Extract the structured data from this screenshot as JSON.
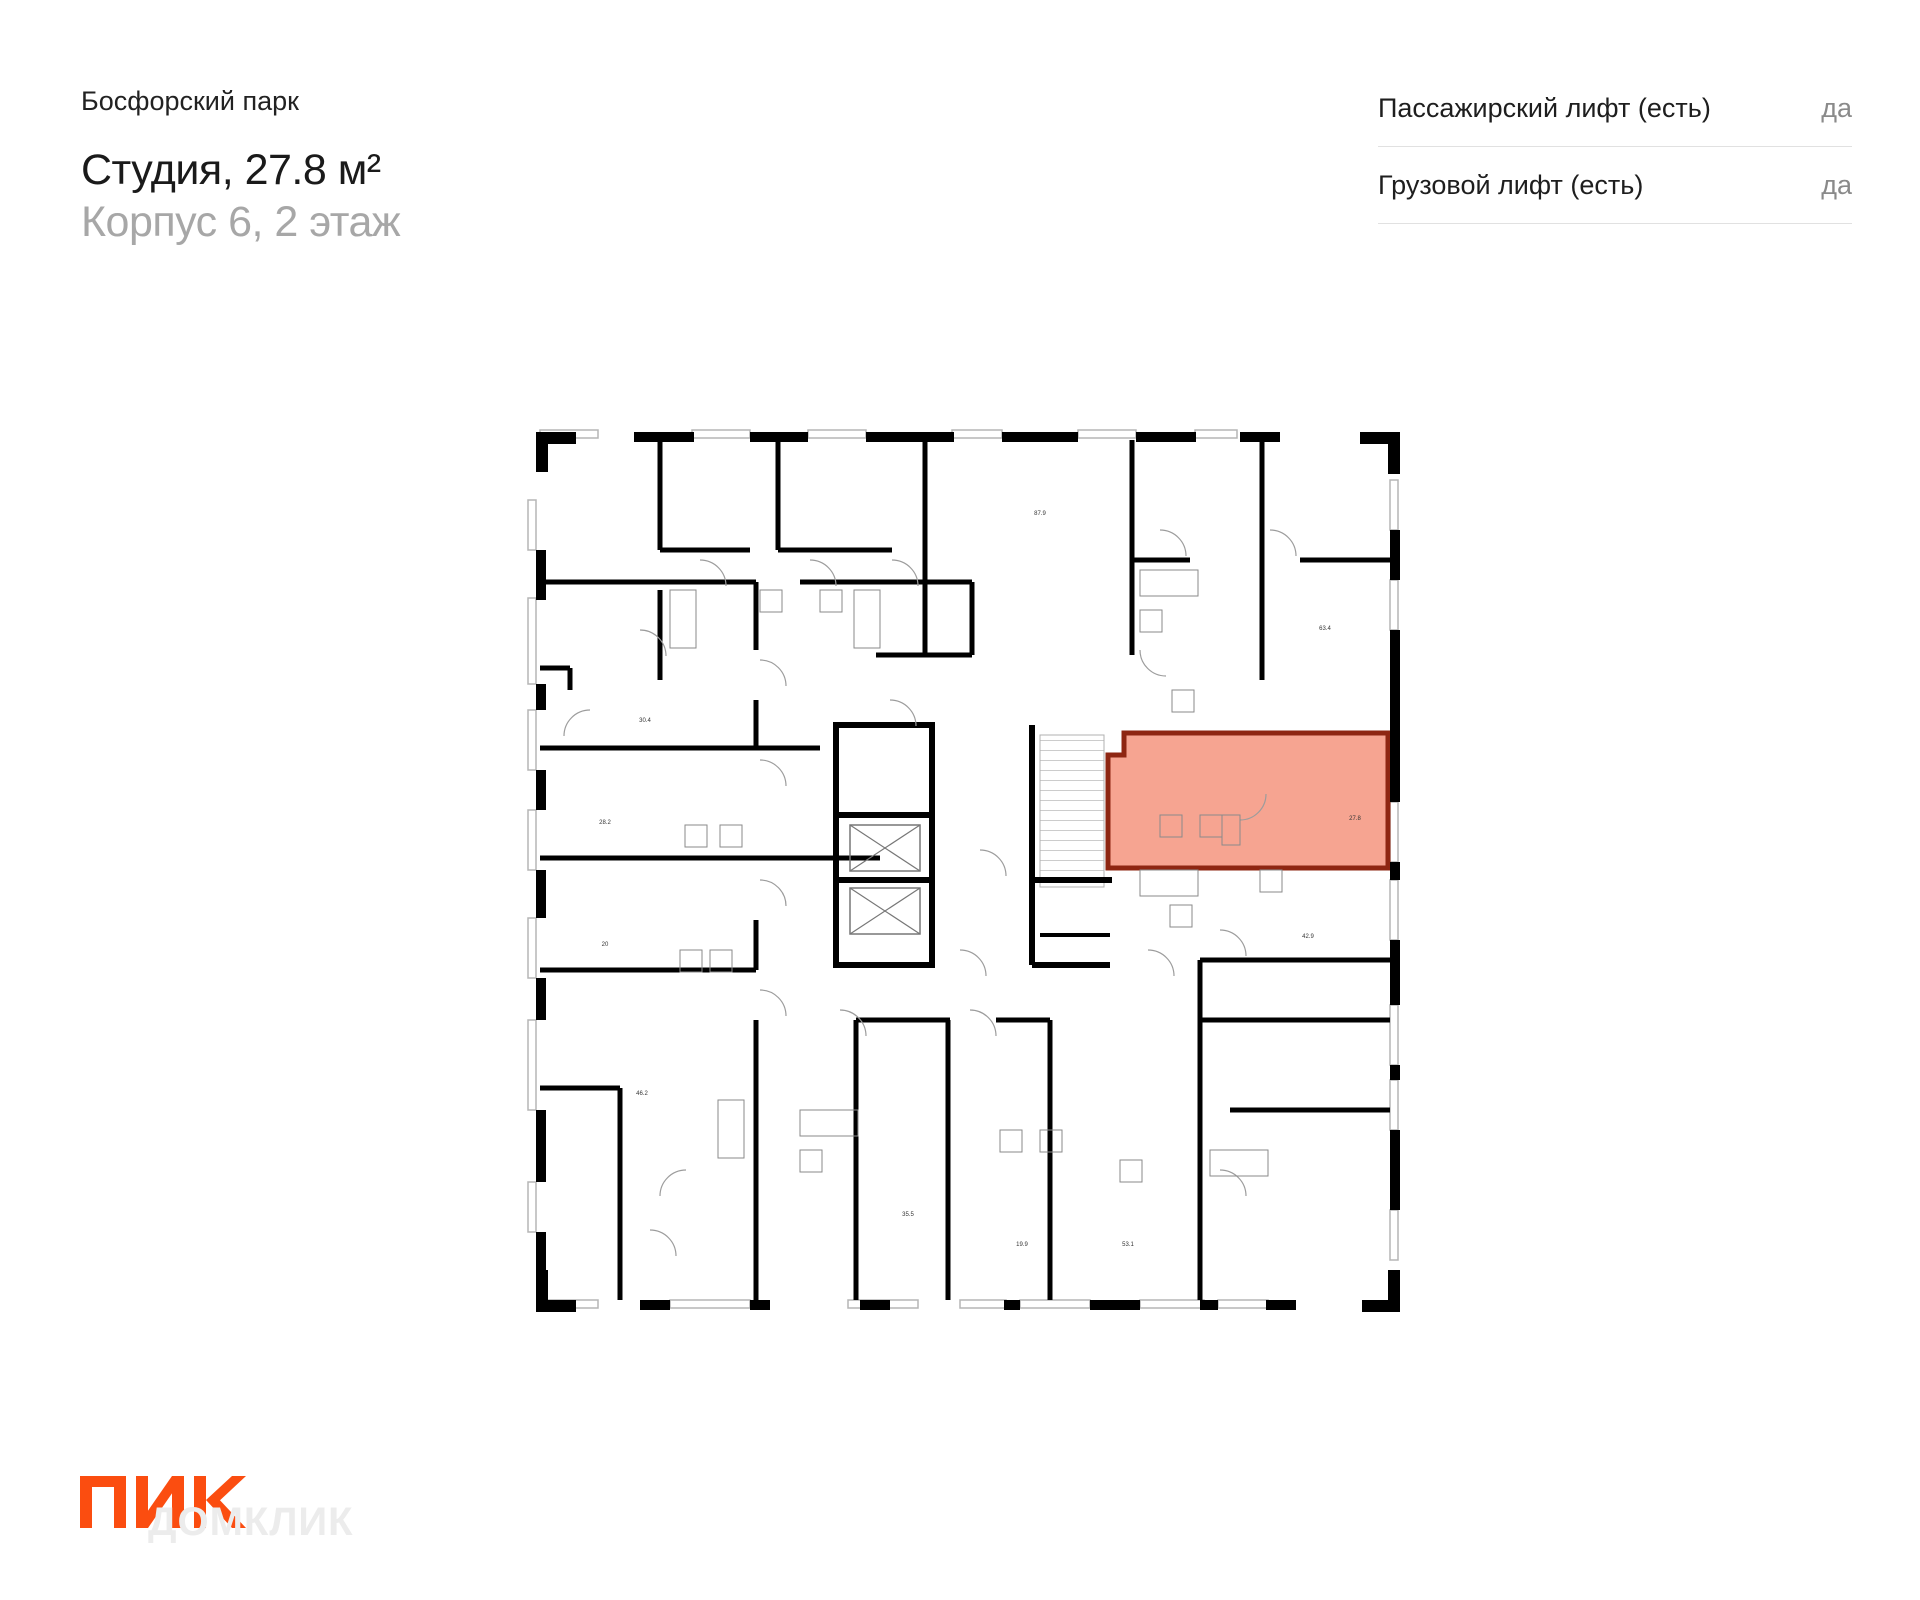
{
  "header": {
    "project": "Босфорский парк",
    "title": "Студия, 27.8 м²",
    "subtitle": "Корпус 6, 2 этаж"
  },
  "features": [
    {
      "label": "Пассажирский лифт (есть)",
      "value": "да"
    },
    {
      "label": "Грузовой лифт (есть)",
      "value": "да"
    }
  ],
  "plan": {
    "highlight_color": "#f6a491",
    "highlight_border": "#8e2612",
    "room_labels": [
      "87.9",
      "63.4",
      "30.4",
      "28.2",
      "27.8",
      "20",
      "42.9",
      "46.2",
      "35.5",
      "19.9",
      "53.1"
    ]
  },
  "logo": {
    "brand": "ПИК",
    "brand_color": "#fb4d10",
    "watermark": "ДОМКЛИК"
  }
}
